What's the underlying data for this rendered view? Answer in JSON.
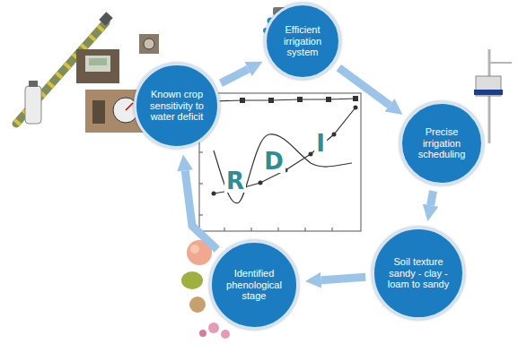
{
  "diagram": {
    "nodes": [
      {
        "text": [
          "Efficient irrigation system"
        ]
      },
      {
        "text": [
          "Precise irrigation scheduling"
        ]
      },
      {
        "text": [
          "Soil texture sandy - clay - loam to sandy"
        ]
      },
      {
        "text": [
          "Identified phenological stage"
        ]
      },
      {
        "text": [
          "Known crop sensitivity to water deficit"
        ]
      }
    ],
    "edges": [
      {
        "from": 0,
        "to": 1,
        "arrow": "to"
      },
      {
        "from": 1,
        "to": 2,
        "arrow": "to"
      },
      {
        "from": 2,
        "to": 3,
        "arrow": "to"
      },
      {
        "from": 3,
        "to": 4,
        "arrow": "to"
      },
      {
        "from": 4,
        "to": 0,
        "arrow": "to"
      }
    ],
    "labels": [
      "R",
      "D",
      "I"
    ]
  }
}
